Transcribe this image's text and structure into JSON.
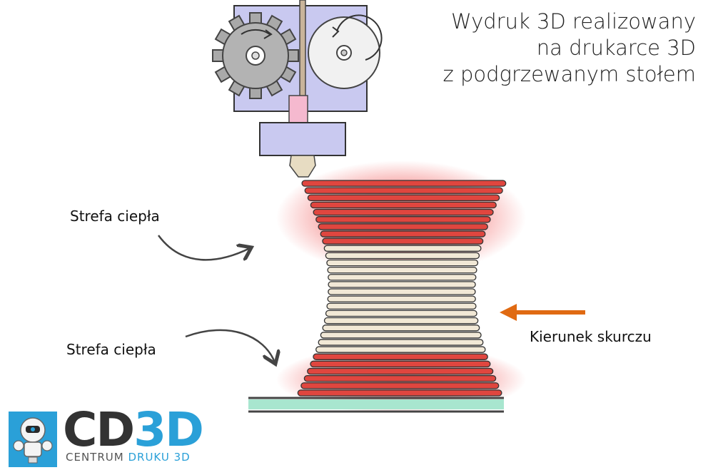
{
  "title": {
    "line1": "Wydruk 3D realizowany",
    "line2": "na drukarce 3D",
    "line3": "z podgrzewanym stołem"
  },
  "labels": {
    "heat_zone_top": "Strefa ciepła",
    "heat_zone_bottom": "Strefa ciepła",
    "shrink_direction": "Kierunek skurczu"
  },
  "logo": {
    "main_part1": "CD",
    "main_part2": "3D",
    "sub_part1": "CENTRUM",
    "sub_part2": "DRUKU 3D"
  },
  "colors": {
    "extruder_body": "#c9c9f0",
    "extruder_outline": "#333333",
    "layer_hot": "#e0463f",
    "layer_cool": "#f1e8d6",
    "glow": "#f05050",
    "arrow_shrink": "#e06a12",
    "bed": "#a8e6cf",
    "logo_blue": "#2aa0d8"
  },
  "icons": {
    "drive_gear": "gear-icon",
    "idler_wheel": "wheel-icon",
    "robot_mascot": "robot-icon"
  }
}
